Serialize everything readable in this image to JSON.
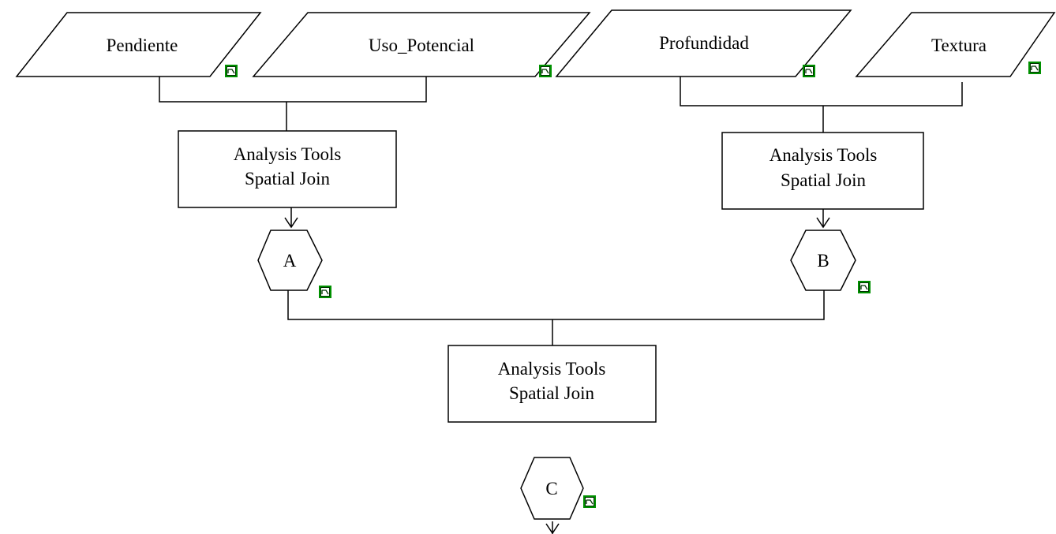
{
  "inputs": {
    "pendiente": "Pendiente",
    "uso_potencial": "Uso_Potencial",
    "profundidad": "Profundidad",
    "textura": "Textura"
  },
  "tools": {
    "join_left": {
      "line1": "Analysis Tools",
      "line2": "Spatial Join"
    },
    "join_right": {
      "line1": "Analysis Tools",
      "line2": "Spatial Join"
    },
    "join_center": {
      "line1": "Analysis Tools",
      "line2": "Spatial Join"
    }
  },
  "outputs": {
    "a": "A",
    "b": "B",
    "c": "C"
  },
  "icons": {
    "layer_icon": "layer-properties-icon",
    "accent_green": "#009000"
  }
}
